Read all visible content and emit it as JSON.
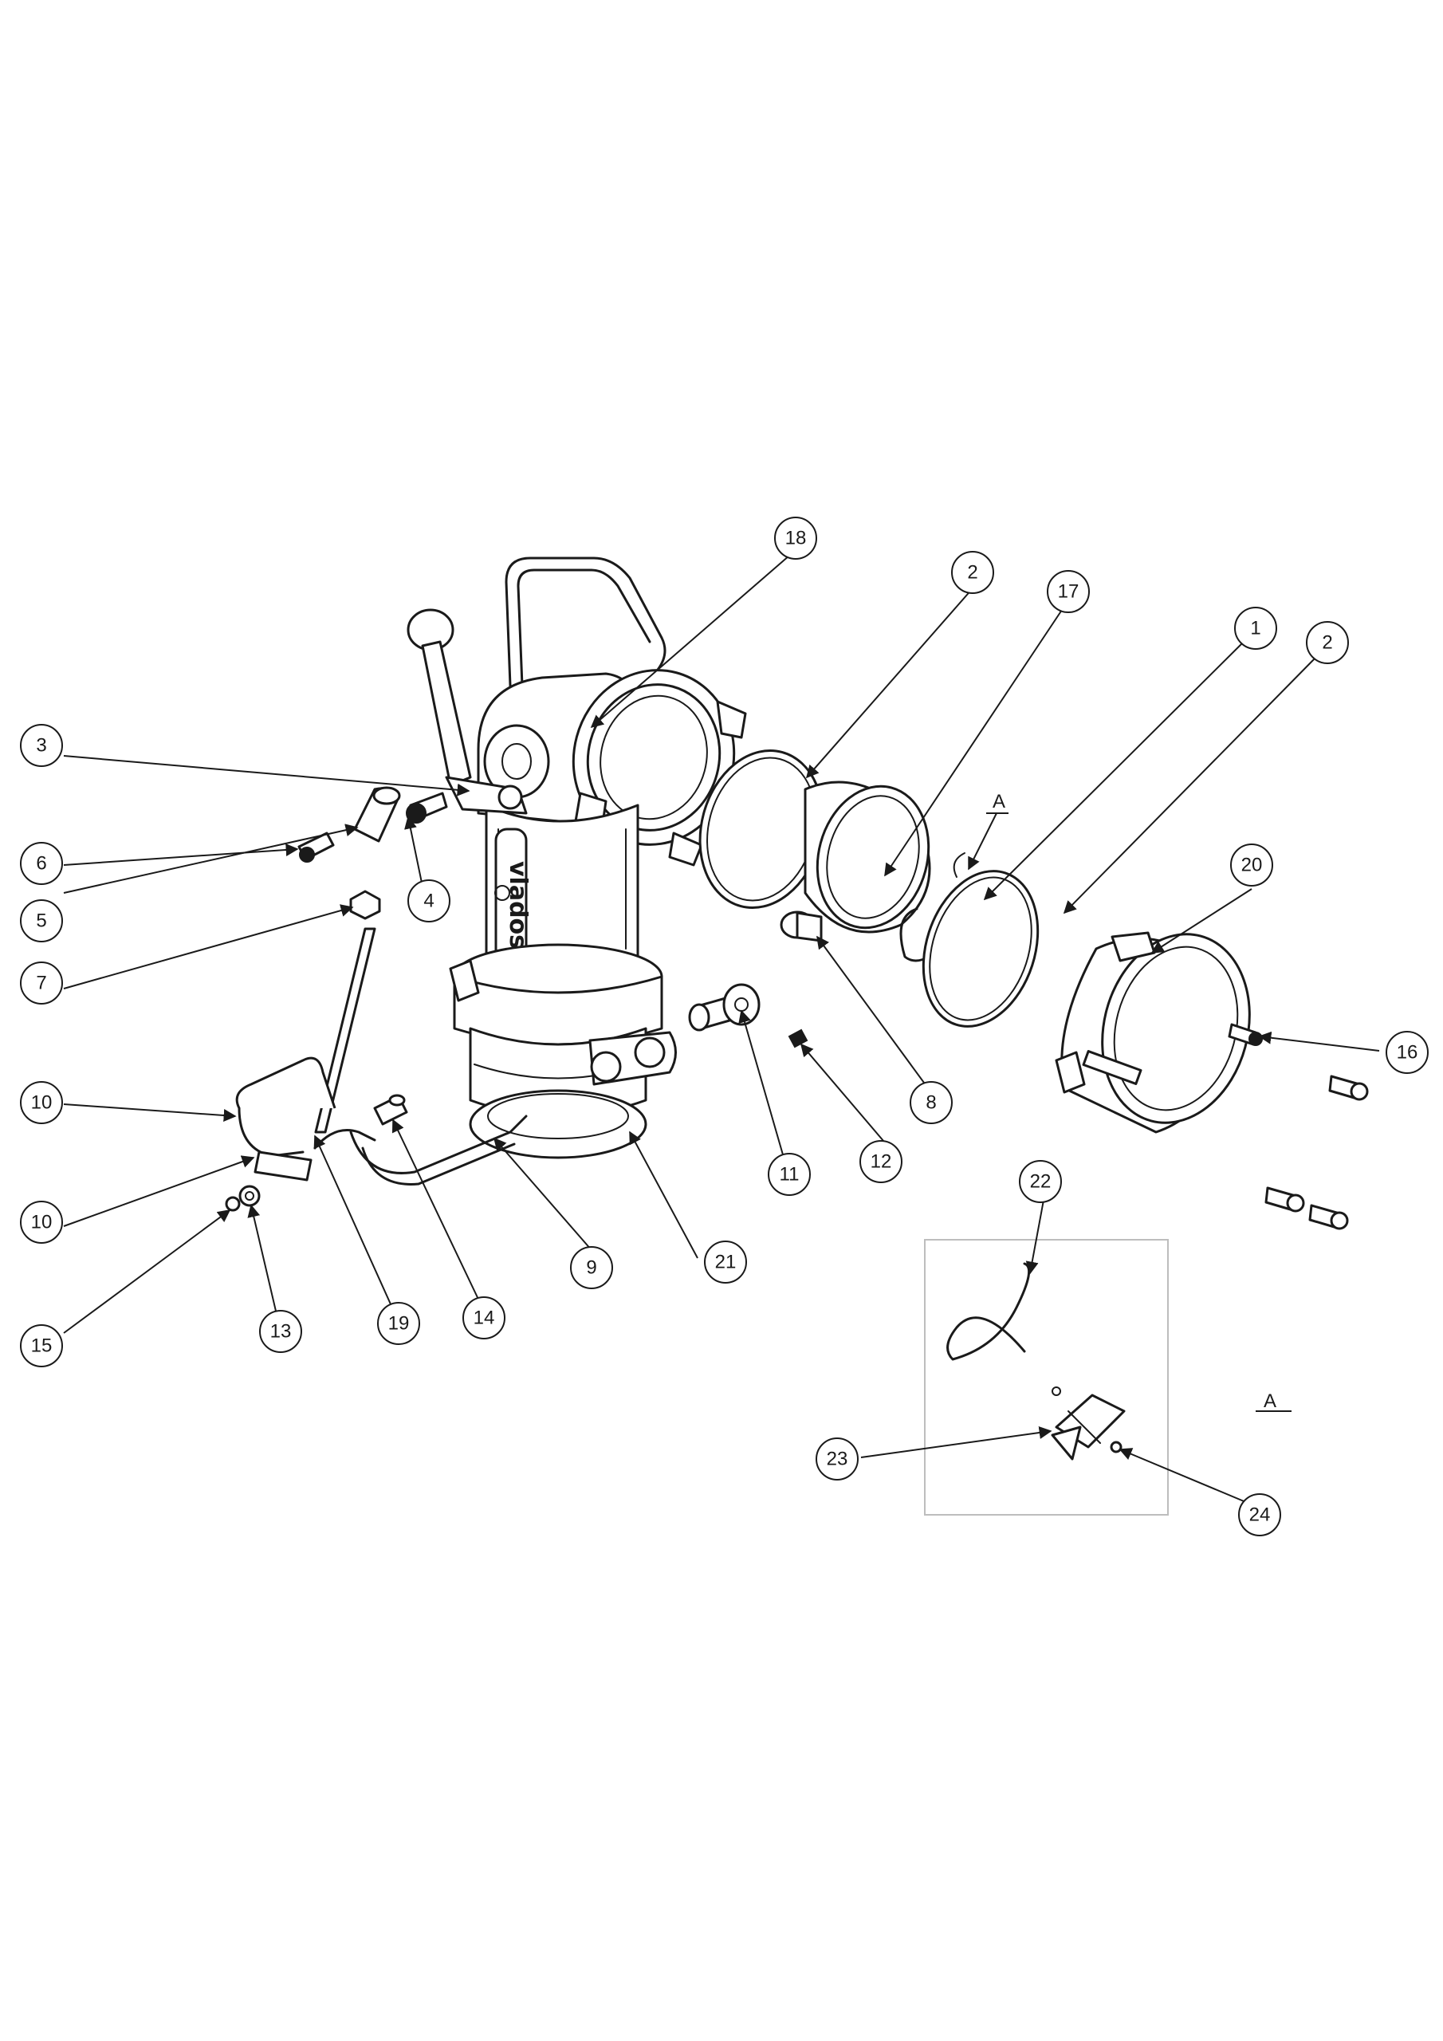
{
  "drawing": {
    "brand_mark": "vlados",
    "detail_label": "A",
    "detail_callout_label": "A"
  },
  "callouts": [
    {
      "id": "c1",
      "label": "1"
    },
    {
      "id": "c2a",
      "label": "2"
    },
    {
      "id": "c2b",
      "label": "2"
    },
    {
      "id": "c3",
      "label": "3"
    },
    {
      "id": "c4",
      "label": "4"
    },
    {
      "id": "c5",
      "label": "5"
    },
    {
      "id": "c6",
      "label": "6"
    },
    {
      "id": "c7",
      "label": "7"
    },
    {
      "id": "c8",
      "label": "8"
    },
    {
      "id": "c9",
      "label": "9"
    },
    {
      "id": "c10a",
      "label": "10"
    },
    {
      "id": "c10b",
      "label": "10"
    },
    {
      "id": "c11",
      "label": "11"
    },
    {
      "id": "c12",
      "label": "12"
    },
    {
      "id": "c13",
      "label": "13"
    },
    {
      "id": "c14",
      "label": "14"
    },
    {
      "id": "c15",
      "label": "15"
    },
    {
      "id": "c16",
      "label": "16"
    },
    {
      "id": "c17",
      "label": "17"
    },
    {
      "id": "c18",
      "label": "18"
    },
    {
      "id": "c19",
      "label": "19"
    },
    {
      "id": "c20",
      "label": "20"
    },
    {
      "id": "c21",
      "label": "21"
    },
    {
      "id": "c22",
      "label": "22"
    },
    {
      "id": "c23",
      "label": "23"
    },
    {
      "id": "c24",
      "label": "24"
    }
  ]
}
